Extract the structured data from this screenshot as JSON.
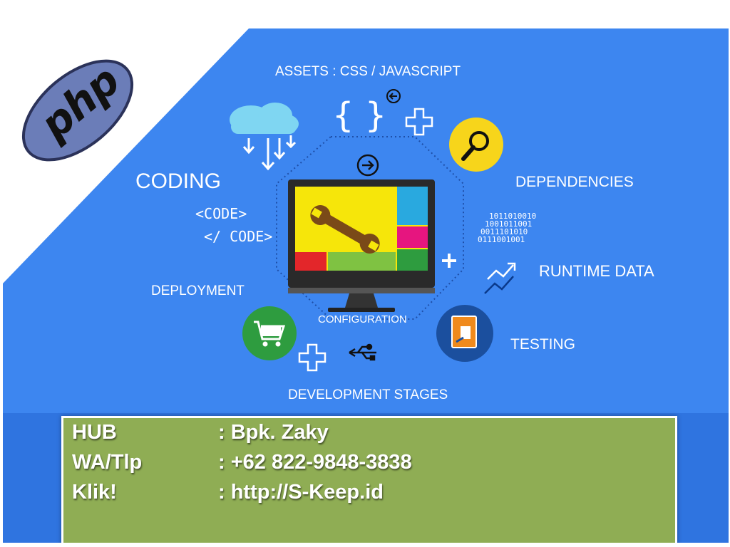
{
  "logo": {
    "text": "php"
  },
  "diagram": {
    "assets": "ASSETS : CSS / JAVASCRIPT",
    "coding": "CODING",
    "code_open": "<CODE>",
    "code_close": "</ CODE>",
    "deployment": "DEPLOYMENT",
    "dependencies": "DEPENDENCIES",
    "binary": [
      "1011010010",
      "1001011001",
      "0011101010",
      "0111001001"
    ],
    "runtime": "RUNTIME DATA",
    "testing": "TESTING",
    "configuration": "CONFIGURATION",
    "development": "DEVELOPMENT STAGES",
    "curly_braces": "{  }"
  },
  "contact": {
    "rows": [
      {
        "label": "HUB",
        "value": ": Bpk. Zaky"
      },
      {
        "label": "WA/Tlp",
        "value": ": +62 822-9848-3838"
      },
      {
        "label": "Klik!",
        "value": ": http://S-Keep.id"
      }
    ]
  },
  "colors": {
    "background": "#3d86f0",
    "panel": "#8fad54",
    "screen_yellow": "#f6e60a",
    "magnifier": "#f7d51b",
    "cart_green": "#2e9c3f",
    "doc_orange": "#f08a1c"
  },
  "icons": [
    "cloud-icon",
    "download-arrows-icon",
    "refresh-icon",
    "magnifier-icon",
    "plus-icon",
    "wrench-icon",
    "monitor-icon",
    "cart-icon",
    "usb-icon",
    "document-icon",
    "chart-arrow-icon"
  ]
}
